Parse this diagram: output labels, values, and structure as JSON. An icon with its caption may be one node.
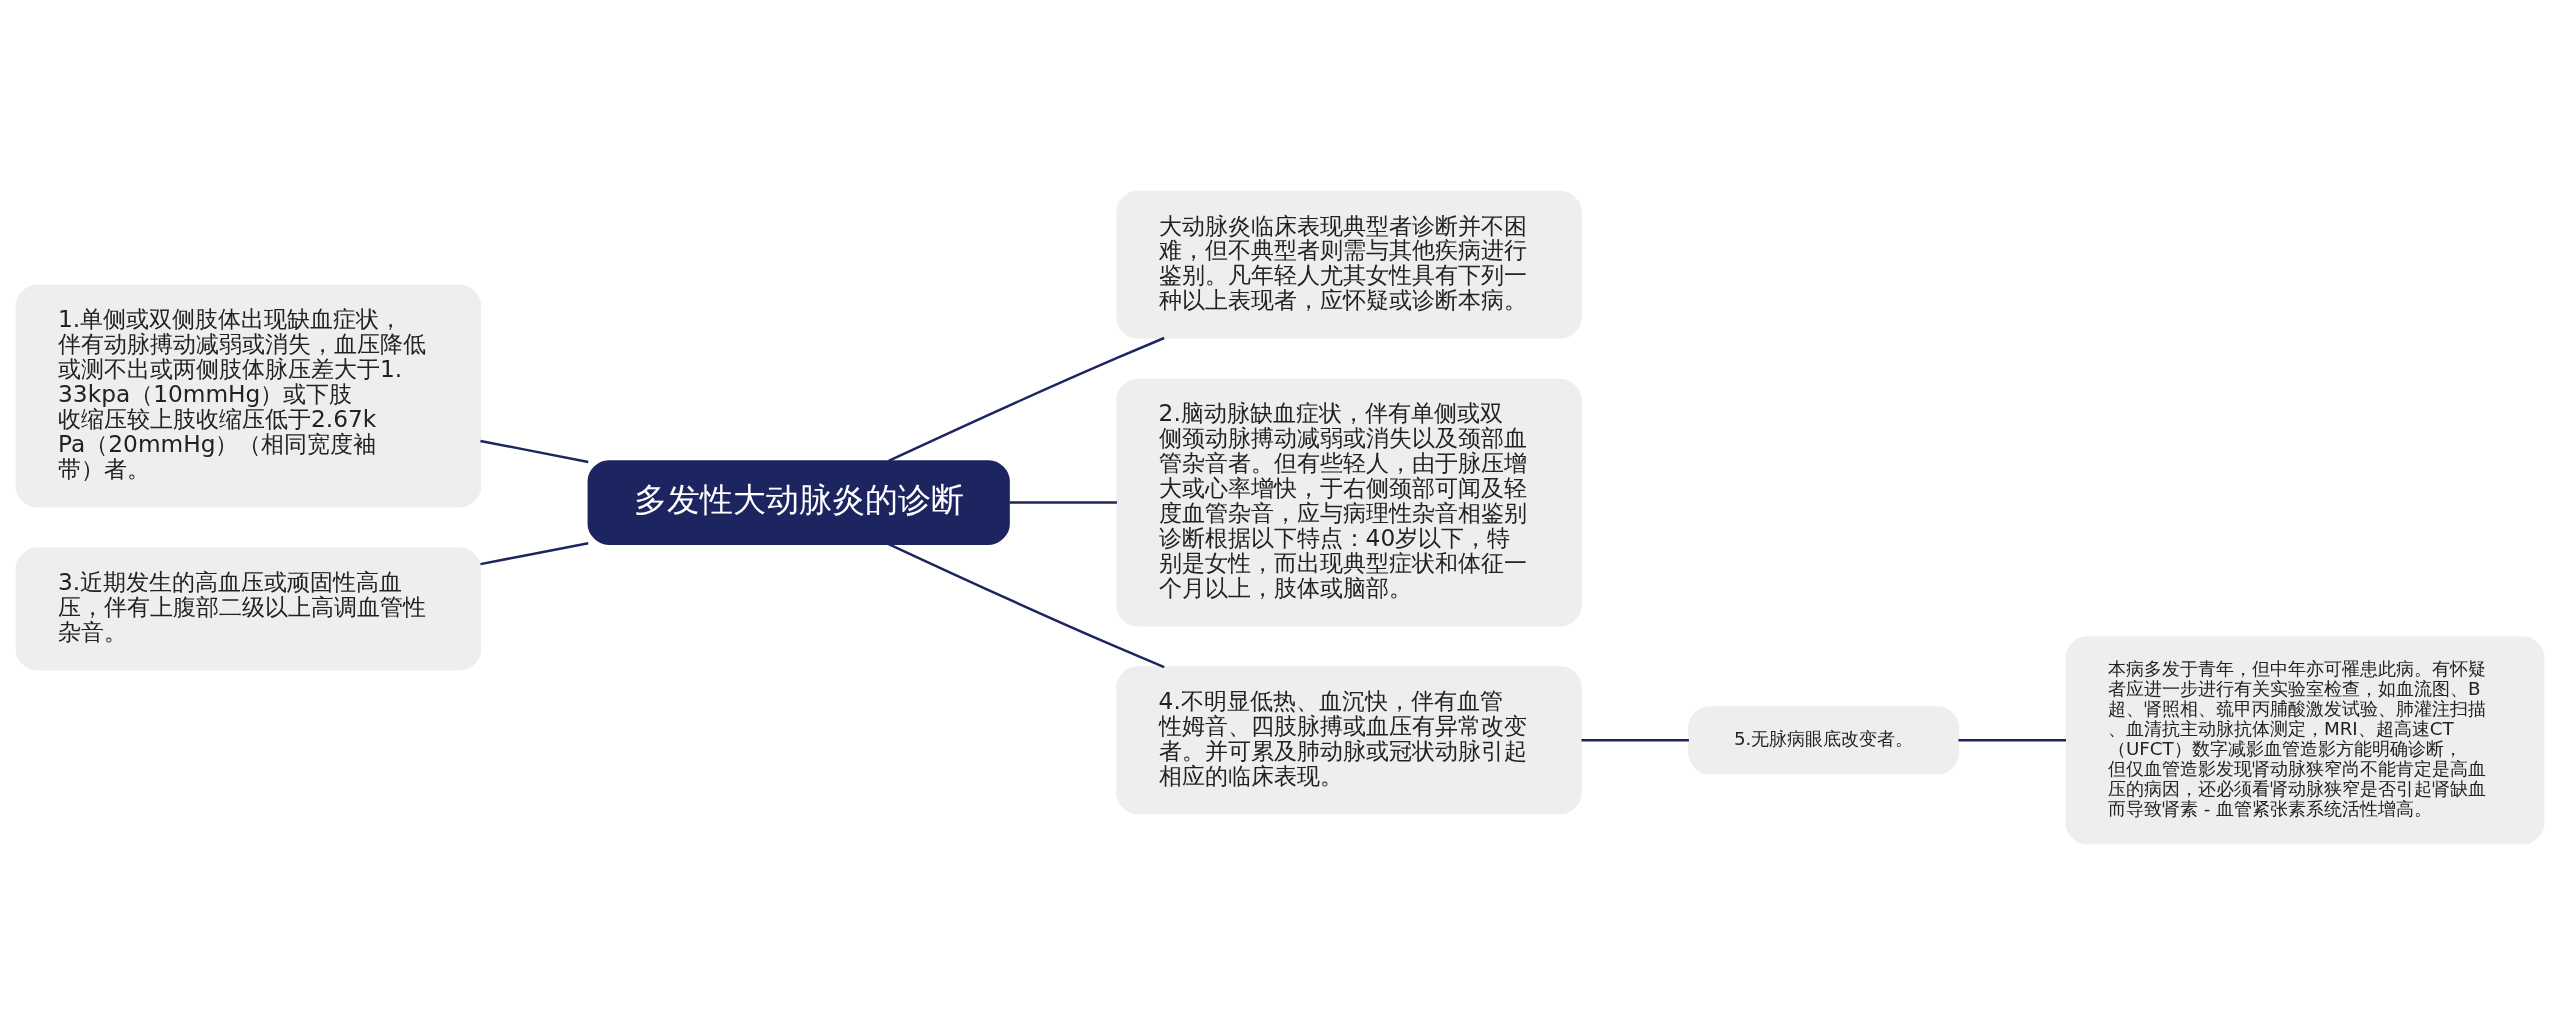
{
  "diagram": {
    "nodes": [
      {
        "text": [
          "多发性大动脉炎的诊断"
        ]
      },
      {
        "text": [
          "大动脉炎临床表现典型者诊断并不困难，但不典型者则需与其他疾病进行鉴别。凡年轻人尤其女性具有下列一种以上表现者，应怀疑或诊断本病。"
        ]
      },
      {
        "text": [
          "2.脑动脉缺血症状，伴有单侧或双侧颈动脉搏动减弱或消失以及颈部血管杂音者。但有些轻人，由于脉压增大或心率增快，于右侧颈部可闻及轻度血管杂音，应与病理性杂音相鉴别诊断根据以下特点：40岁以下，特别是女性，而出现典型症状和体征一个月以上，肢体或脑部。"
        ]
      },
      {
        "text": [
          "4.不明显低热、血沉快，伴有血管性姆音、四肢脉搏或血压有异常改变者。并可累及肺动脉或冠状动脉引起相应的临床表现。"
        ]
      },
      {
        "text": [
          "5.无脉病眼底改变者。"
        ]
      },
      {
        "text": [
          "本病多发于青年，但中年亦可罹患此病。有怀疑者应进一步进行有关实验室检查，如血流图、B超、肾照相、巯甲丙脯酸激发试验、肺灌注扫描、血清抗主动脉抗体测定，MRI、超高速CT（UFCT）数字减影血管造影方能明确诊断，但仅血管造影发现肾动脉狭窄尚不能肯定是高血压的病因，还必须看肾动脉狭窄是否引起肾缺血而导致肾素 - 血管紧张素系统活性增高。"
        ]
      },
      {
        "text": [
          "1.单侧或双侧肢体出现缺血症状，伴有动脉搏动减弱或消失，血压降低或测不出或两侧肢体脉压差大于1.33kpa（10mmHg）或下肢收缩压较上肢收缩压低于2.67kPa（20mmHg）（相同宽度袖带）者。"
        ]
      },
      {
        "text": [
          "3.近期发生的高血压或顽固性高血压，伴有上腹部二级以上高调血管性杂音。"
        ]
      }
    ],
    "edges": [
      {
        "from": 0,
        "to": 1,
        "arrow": "none"
      },
      {
        "from": 0,
        "to": 2,
        "arrow": "none"
      },
      {
        "from": 0,
        "to": 3,
        "arrow": "none"
      },
      {
        "from": 3,
        "to": 4,
        "arrow": "none"
      },
      {
        "from": 4,
        "to": 5,
        "arrow": "none"
      },
      {
        "from": 0,
        "to": 6,
        "arrow": "none"
      },
      {
        "from": 0,
        "to": 7,
        "arrow": "none"
      }
    ]
  }
}
